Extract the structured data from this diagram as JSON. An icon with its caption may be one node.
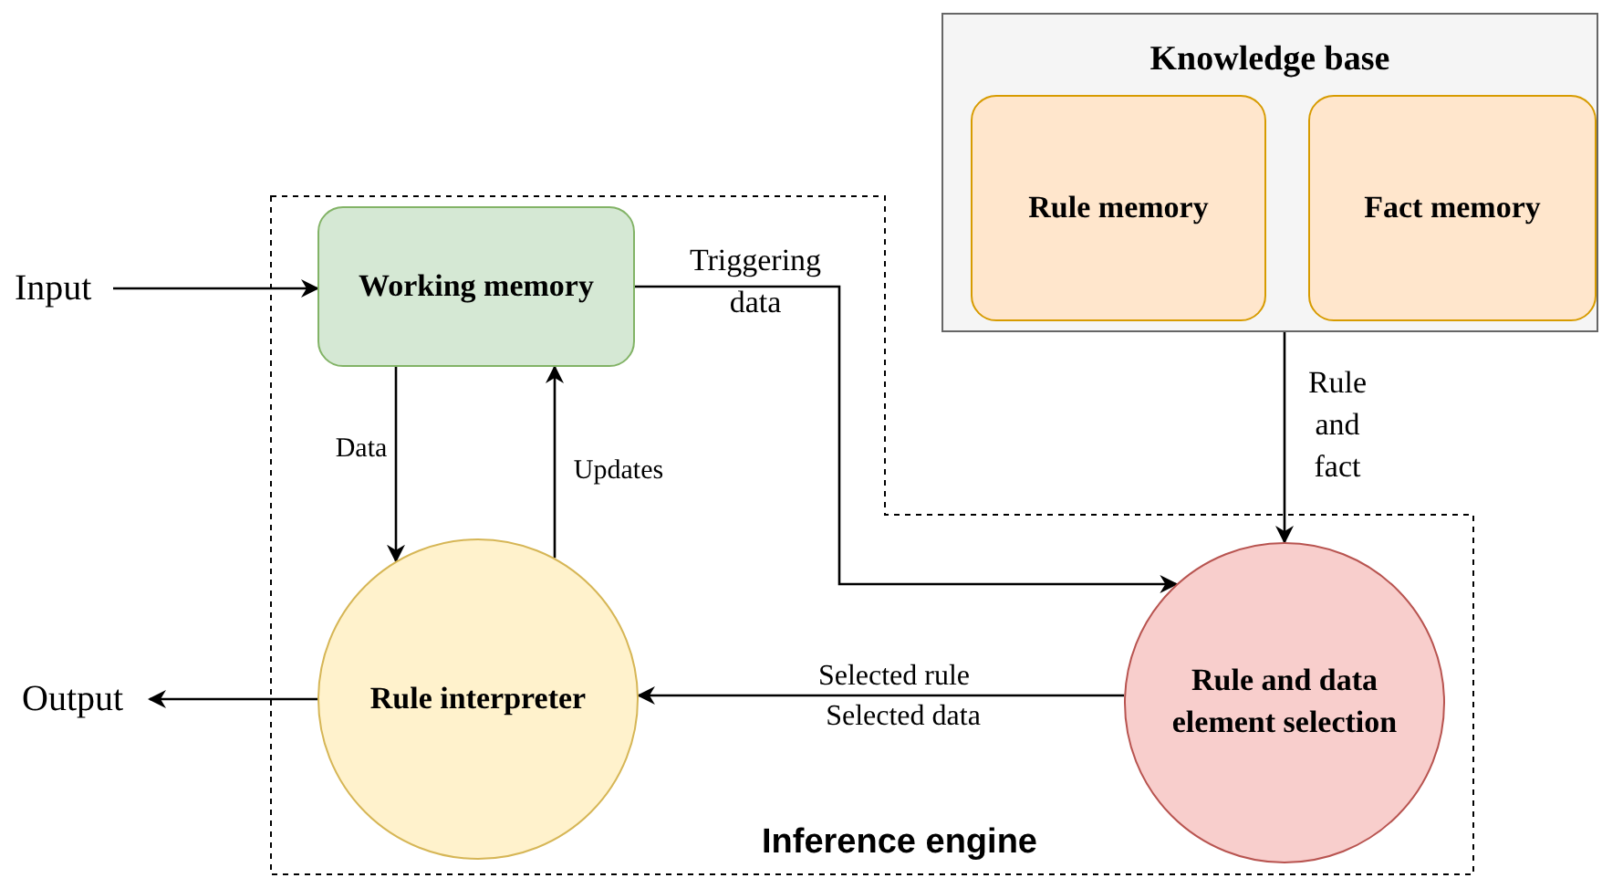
{
  "diagram": {
    "nodes": [
      {
        "text": [
          "Inference engine"
        ]
      },
      {
        "text": [
          "Input"
        ]
      },
      {
        "text": [
          "Working memory"
        ],
        "in": 0
      },
      {
        "text": [
          "Knowledge base"
        ]
      },
      {
        "text": [
          "Rule memory"
        ],
        "in": 3
      },
      {
        "text": [
          "Fact memory"
        ],
        "in": 3
      },
      {
        "text": [
          "Rule interpreter"
        ],
        "in": 0
      },
      {
        "text": [
          "Rule and data element selection"
        ],
        "in": 0
      },
      {
        "text": [
          "Output"
        ]
      }
    ],
    "edges": [
      {
        "from": 1,
        "to": 2,
        "arrow": "to"
      },
      {
        "from": 2,
        "to": 6,
        "arrow": "to",
        "label": "Data"
      },
      {
        "from": 6,
        "to": 2,
        "arrow": "to",
        "label": "Updates"
      },
      {
        "from": 2,
        "to": 7,
        "arrow": "to",
        "label": "Triggering data"
      },
      {
        "from": 3,
        "to": 7,
        "arrow": "to",
        "label": "Rule and fact"
      },
      {
        "from": 7,
        "to": 6,
        "arrow": "to",
        "label": "Selected rule"
      },
      {
        "from": 6,
        "to": 8,
        "arrow": "to"
      }
    ],
    "labels": [
      "Selected data"
    ]
  }
}
